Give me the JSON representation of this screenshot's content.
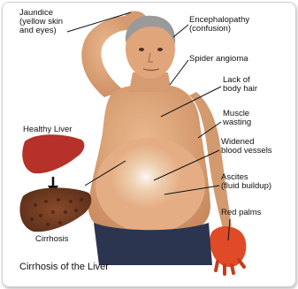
{
  "title": "Cirrhosis of the Liver",
  "labels": {
    "jaundice": "Jaundice\n(yellow skin\nand eyes)",
    "encephalopathy": "Encephalopathy\n(confusion)",
    "spider_angioma": "Spider angioma",
    "body_hair": "Lack of\nbody hair",
    "muscle": "Muscle\nwasting",
    "vessels": "Widened\nblood vessels",
    "ascites": "Ascites\n(fluid buildup)",
    "red_palms": "Red palms",
    "healthy_liver": "Healthy Liver",
    "cirrhosis": "Cirrhosis"
  },
  "colors": {
    "skin": "#e0a57a",
    "skin_shade": "#c98a5e",
    "hair": "#9a9a9a",
    "pants": "#2b3550",
    "healthy_liver": "#b5312a",
    "cirrhotic_liver": "#6e3a22",
    "palm": "#e04a26"
  }
}
